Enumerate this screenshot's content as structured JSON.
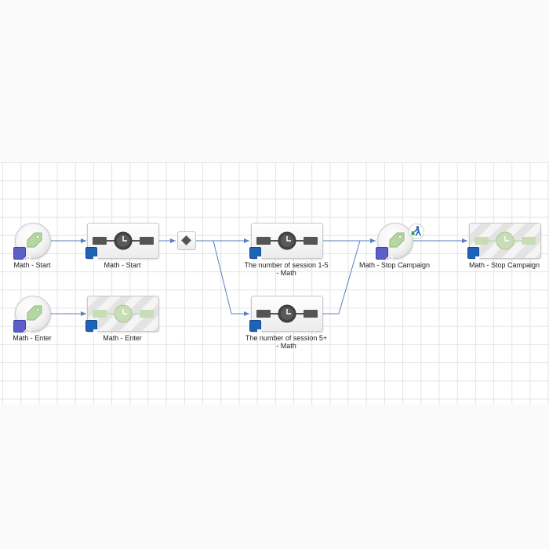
{
  "colors": {
    "edge": "#5b7fbf",
    "timer_bar": "#555555",
    "timer_bar_disabled": "#c8ddb5",
    "trigger_tag": "#b5d8a2",
    "tag_badge": "#5b5fc7",
    "flag_badge": "#1e63b8"
  },
  "nodes": {
    "math_start_trigger": {
      "label": "Math - Start",
      "icon": "tag-icon",
      "badge": "tag-badge-icon"
    },
    "math_enter_trigger": {
      "label": "Math - Enter",
      "icon": "tag-icon",
      "badge": "tag-badge-icon"
    },
    "math_start_timer": {
      "label": "Math - Start",
      "icon": "timer-icon",
      "badge": "flag-badge-icon"
    },
    "math_enter_timer": {
      "label": "Math - Enter",
      "icon": "timer-icon",
      "badge": "flag-badge-icon",
      "disabled": true
    },
    "decision": {
      "icon": "decision-diamond-icon"
    },
    "session_1_5": {
      "label": "The number of session 1-5\n- Math",
      "icon": "timer-icon",
      "badge": "flag-badge-icon"
    },
    "session_5_plus": {
      "label": "The number of session  5+\n- Math",
      "icon": "timer-icon",
      "badge": "flag-badge-icon"
    },
    "stop_campaign_trigger": {
      "label": "Math - Stop Campaign",
      "icon": "tag-icon",
      "badge": "tag-badge-icon",
      "extra_icon": "exit-person-icon"
    },
    "stop_campaign_timer": {
      "label": "Math - Stop Campaign",
      "icon": "timer-icon",
      "badge": "flag-badge-icon",
      "disabled": true
    }
  },
  "edges": [
    {
      "from": "math_start_trigger",
      "to": "math_start_timer"
    },
    {
      "from": "math_enter_trigger",
      "to": "math_enter_timer"
    },
    {
      "from": "math_start_timer",
      "to": "decision"
    },
    {
      "from": "decision",
      "to": "session_1_5"
    },
    {
      "from": "decision",
      "to": "session_5_plus"
    },
    {
      "from": "session_1_5",
      "to": "stop_campaign_trigger"
    },
    {
      "from": "session_5_plus",
      "to": "stop_campaign_trigger"
    },
    {
      "from": "stop_campaign_trigger",
      "to": "stop_campaign_timer"
    }
  ]
}
